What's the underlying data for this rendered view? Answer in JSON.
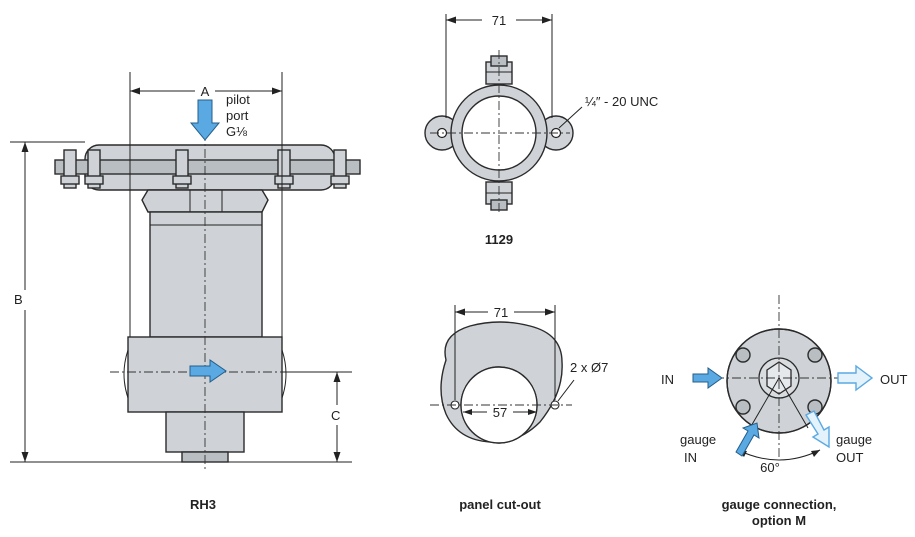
{
  "rh3": {
    "caption": "RH3",
    "dim_a": "A",
    "dim_b": "B",
    "dim_c": "C",
    "pilot_port": [
      "pilot",
      "port",
      "G⅛"
    ]
  },
  "clamp": {
    "caption": "1129",
    "width": "71",
    "thread": "¼″ - 20 UNC"
  },
  "panel": {
    "caption": "panel cut-out",
    "width": "71",
    "inner": "57",
    "holes": "2 x Ø7"
  },
  "gauge": {
    "caption_line1": "gauge connection,",
    "caption_line2": "option M",
    "in_label": "IN",
    "out_label": "OUT",
    "gauge_in": [
      "gauge",
      "IN"
    ],
    "gauge_out": [
      "gauge",
      "OUT"
    ],
    "angle": "60°"
  },
  "colors": {
    "arrow": "#5aa9e3",
    "metal": "#cfd3d7"
  }
}
